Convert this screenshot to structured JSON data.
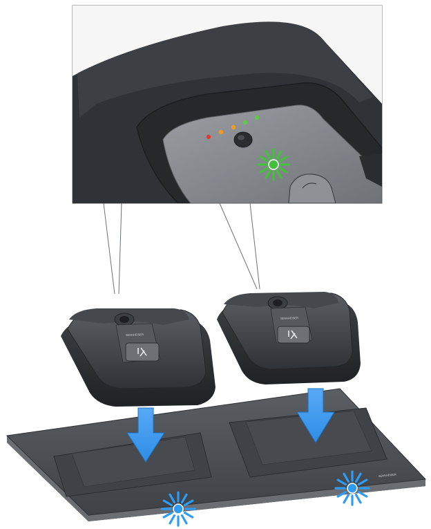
{
  "figure": {
    "brand_logo_text": "SENNHEISER",
    "mat_label_text": "SENNHEISER",
    "icons": [
      "microphone-unit-icon",
      "mic-mute-icon",
      "arrow-down-icon",
      "blink-burst-icon"
    ],
    "colors": {
      "device_body": "#3a3d41",
      "device_top": "#2c2f33",
      "panel": "#8a8e93",
      "mat": "#4a4e53",
      "arrow": "#3b99f0",
      "blink_blue": "#2e9cf5",
      "blink_green": "#44c13a",
      "led_red": "#e23a2c",
      "led_orange": "#f29a1d",
      "led_green": "#5fc948"
    },
    "status_leds": [
      "red",
      "orange",
      "orange",
      "green",
      "green"
    ],
    "active_led": "green"
  }
}
